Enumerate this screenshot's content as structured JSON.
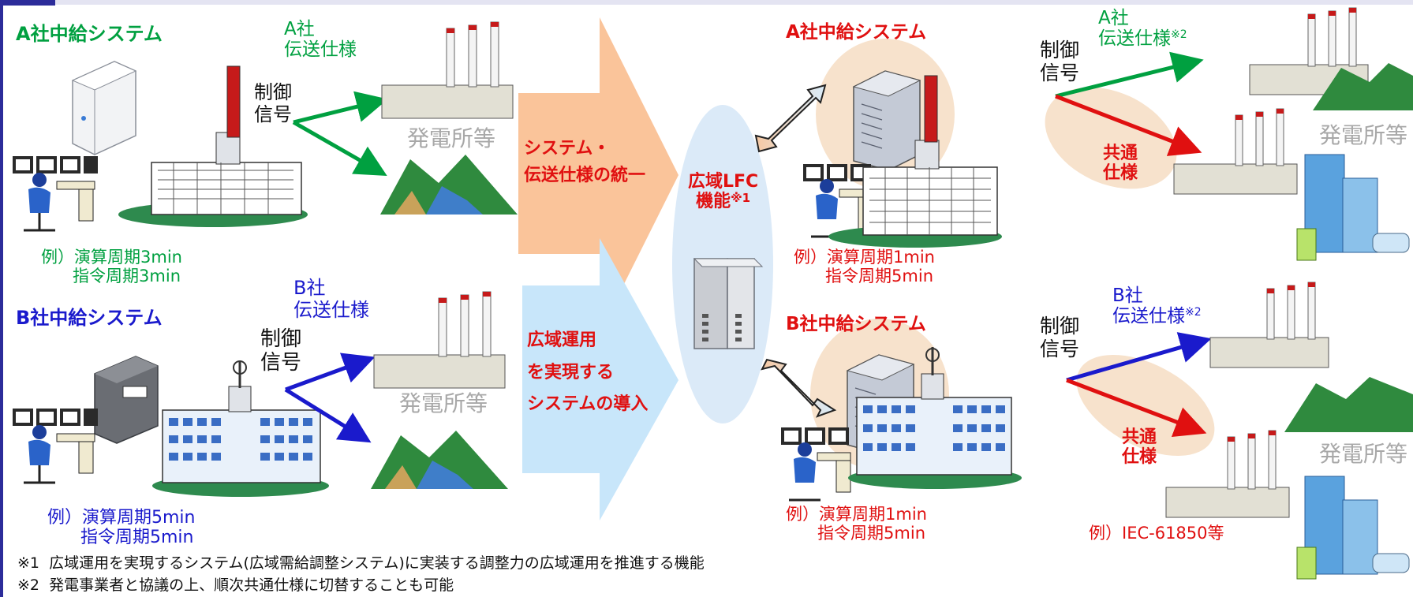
{
  "colors": {
    "company_a": "#00a040",
    "company_b": "#1a1acc",
    "emphasis": "#e01010",
    "plant_label": "#a8a8a8",
    "left_arrow": "#fac49a",
    "right_arrow": "#c8e6fa",
    "lfc_ellipse": "#dbeaf8",
    "highlight": "#f7e2cc",
    "frame": "#2c2c9a"
  },
  "left": {
    "a": {
      "system_title": "A社中給システム",
      "transmission_spec": "A社\n伝送仕様",
      "control_signal": "制御\n信号",
      "plants_label": "発電所等",
      "example": "例）演算周期3min\n      指令周期3min"
    },
    "b": {
      "system_title": "B社中給システム",
      "transmission_spec": "B社\n伝送仕様",
      "control_signal": "制御\n信号",
      "plants_label": "発電所等",
      "example": "例）演算周期5min\n      指令周期5min"
    }
  },
  "middle": {
    "unify_text": "システム・\n伝送仕様の統一",
    "intro_text": "広域運用\nを実現する\nシステムの導入",
    "lfc_label": "広域LFC\n機能",
    "lfc_note_mark": "※1"
  },
  "right": {
    "a": {
      "system_title": "A社中給システム",
      "control_signal": "制御\n信号",
      "transmission_spec": "A社\n伝送仕様",
      "spec_note_mark": "※2",
      "common_spec": "共通\n仕様",
      "plants_label": "発電所等",
      "example": "例）演算周期1min\n      指令周期5min"
    },
    "b": {
      "system_title": "B社中給システム",
      "control_signal": "制御\n信号",
      "transmission_spec": "B社\n伝送仕様",
      "spec_note_mark": "※2",
      "common_spec": "共通\n仕様",
      "plants_label": "発電所等",
      "example": "例）演算周期1min\n      指令周期5min",
      "standard_example": "例）IEC-61850等"
    }
  },
  "footnotes": {
    "note1": "※1  広域運用を実現するシステム(広域需給調整システム)に実装する調整力の広域運用を推進する機能",
    "note2": "※2  発電事業者と協議の上、順次共通仕様に切替することも可能"
  }
}
